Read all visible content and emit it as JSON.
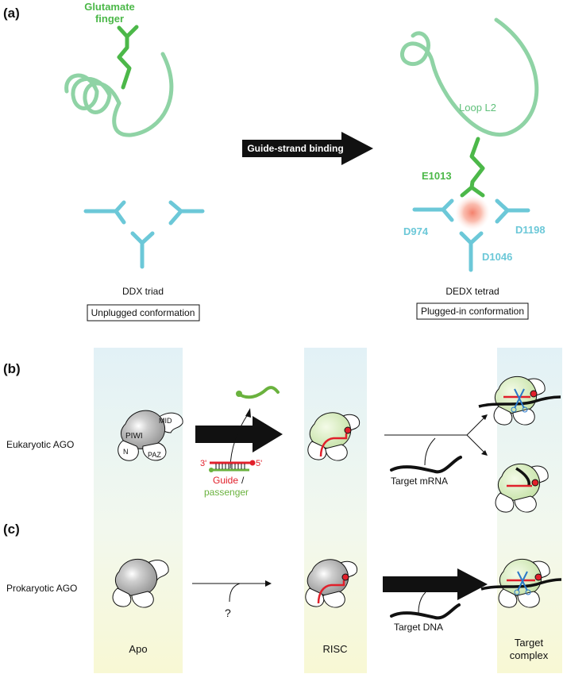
{
  "panels": {
    "a": {
      "label": "(a)",
      "glutamate_finger": [
        "Glutamate",
        "finger"
      ],
      "arrow_label": "Guide-strand binding",
      "loop_label": "Loop L2",
      "e_label": "E1013",
      "d974": "D974",
      "d1198": "D1198",
      "d1046": "D1046",
      "left_caption": "DDX triad",
      "left_box": "Unplugged conformation",
      "right_caption": "DEDX tetrad",
      "right_box": "Plugged-in conformation"
    },
    "b": {
      "label": "(b)",
      "row_label": "Eukaryotic AGO",
      "domains": {
        "piwi": "PIWI",
        "mid": "MID",
        "n": "N",
        "paz": "PAZ"
      },
      "three_prime": "3'",
      "five_prime": "5'",
      "guide": "Guide",
      "slash": "/",
      "passenger": "passenger",
      "target": "Target mRNA"
    },
    "c": {
      "label": "(c)",
      "row_label": "Prokaryotic AGO",
      "question": "?",
      "target": "Target DNA"
    },
    "columns": {
      "apo": "Apo",
      "risc": "RISC",
      "target_complex": [
        "Target",
        "complex"
      ]
    }
  },
  "colors": {
    "loop_green": "#8fd3a5",
    "finger_green": "#4cb849",
    "triad_cyan": "#6cc8d8",
    "guide_red": "#e1202b",
    "passenger_green": "#6ab23e",
    "piwi_green": "#cfe6b0",
    "apo_grey": "#8c8c8c",
    "glow": "#f4806c"
  }
}
